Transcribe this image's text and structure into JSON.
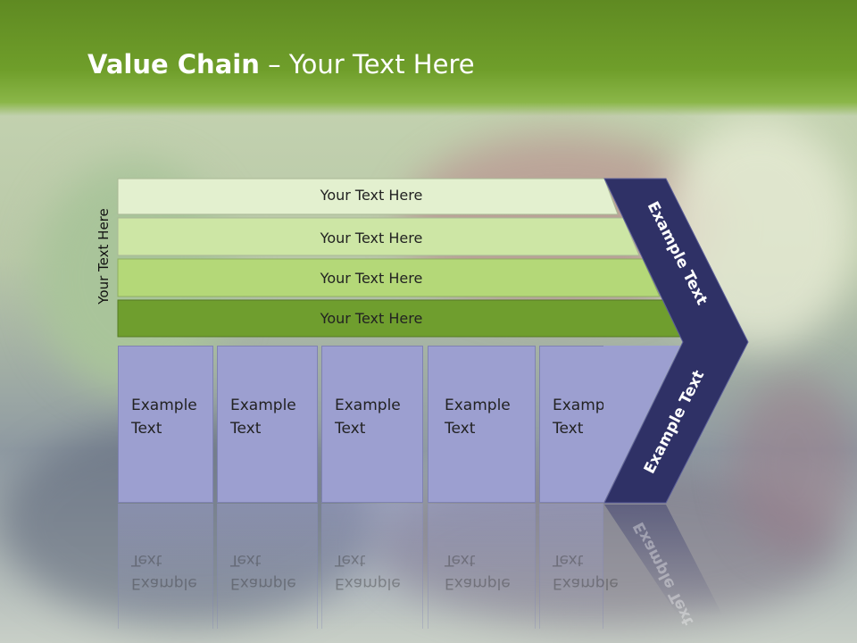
{
  "title": {
    "bold": "Value Chain",
    "rest": " – Your Text Here"
  },
  "side_label": "Your Text Here",
  "bars": [
    {
      "label": "Your Text Here",
      "color": "#e3f0cf"
    },
    {
      "label": "Your Text Here",
      "color": "#cde6a5"
    },
    {
      "label": "Your Text Here",
      "color": "#b4d878"
    },
    {
      "label": "Your Text Here",
      "color": "#6f9e2e"
    }
  ],
  "boxes": [
    {
      "line1": "Example",
      "line2": "Text"
    },
    {
      "line1": "Example",
      "line2": "Text"
    },
    {
      "line1": "Example",
      "line2": "Text"
    },
    {
      "line1": "Example",
      "line2": "Text"
    },
    {
      "line1": "Example",
      "line2": "Text"
    }
  ],
  "chevron": {
    "upper": "Example Text",
    "lower": "Example Text",
    "color": "#2f3166"
  },
  "colors": {
    "header": "#6f9e2a",
    "box": "#9c9fd0"
  }
}
